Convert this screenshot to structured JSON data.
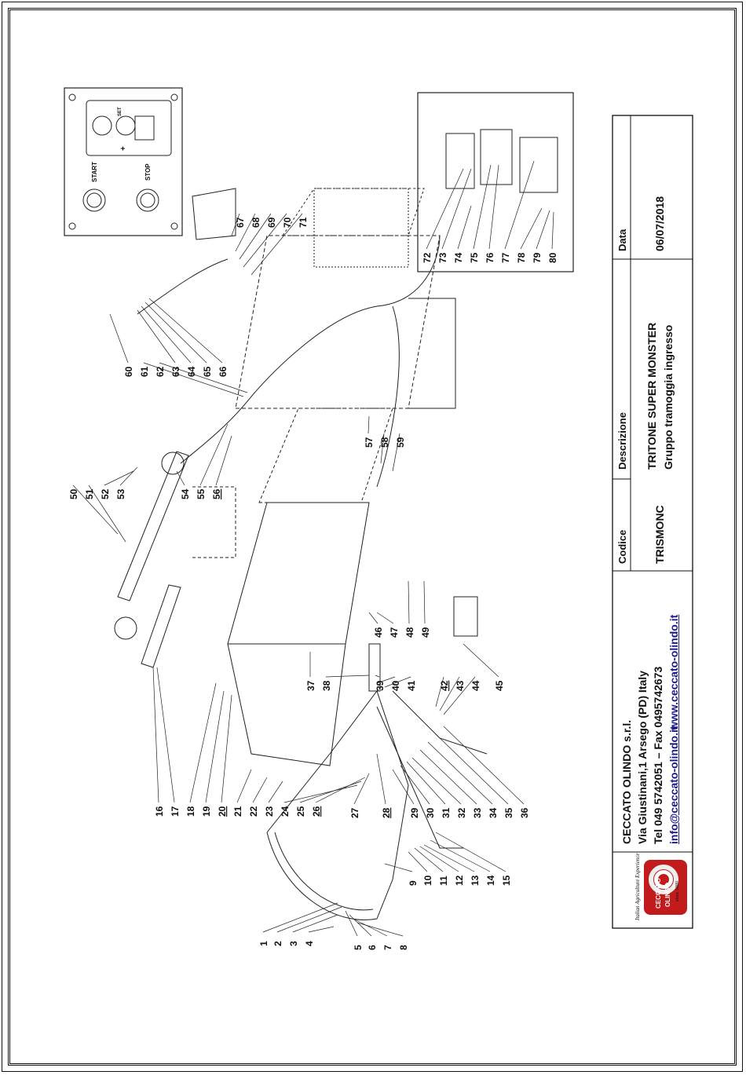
{
  "company": {
    "slogan": "Italian Agriculture Experience",
    "logo_name": "CECCATO",
    "logo_sub": "OLINDO",
    "since": "since 1889",
    "name": "CECCATO OLINDO s.r.l.",
    "address": "Via Giustinani,1 Arsego (PD) Italy",
    "phones": "Tel 049 5742051 – Fax 0495742673",
    "email": "info@ceccato-olindo.it",
    "website": "www.ceccato-olindo.it"
  },
  "title_block": {
    "codice_label": "Codice",
    "codice_value": "TRISMONC",
    "descrizione_label": "Descrizione",
    "descrizione_line1": "TRITONE SUPER MONSTER",
    "descrizione_line2": "Gruppo tramoggia ingresso",
    "data_label": "Data",
    "data_value": "06/07/2018"
  },
  "control_panel": {
    "start_label": "START",
    "stop_label": "STOP",
    "set_label": "SET",
    "plus_label": "+"
  },
  "labels": [
    "1",
    "2",
    "3",
    "4",
    "5",
    "6",
    "7",
    "8",
    "9",
    "10",
    "11",
    "12",
    "13",
    "14",
    "15",
    "16",
    "17",
    "18",
    "19",
    "20",
    "21",
    "22",
    "23",
    "24",
    "25",
    "26",
    "27",
    "28",
    "29",
    "30",
    "31",
    "32",
    "33",
    "34",
    "35",
    "36",
    "37",
    "38",
    "39",
    "40",
    "41",
    "42",
    "43",
    "44",
    "45",
    "46",
    "47",
    "48",
    "49",
    "50",
    "51",
    "52",
    "53",
    "54",
    "55",
    "56",
    "57",
    "58",
    "59",
    "60",
    "61",
    "62",
    "63",
    "64",
    "65",
    "66",
    "67",
    "68",
    "69",
    "70",
    "71",
    "72",
    "73",
    "74",
    "75",
    "76",
    "77",
    "78",
    "79",
    "80"
  ]
}
